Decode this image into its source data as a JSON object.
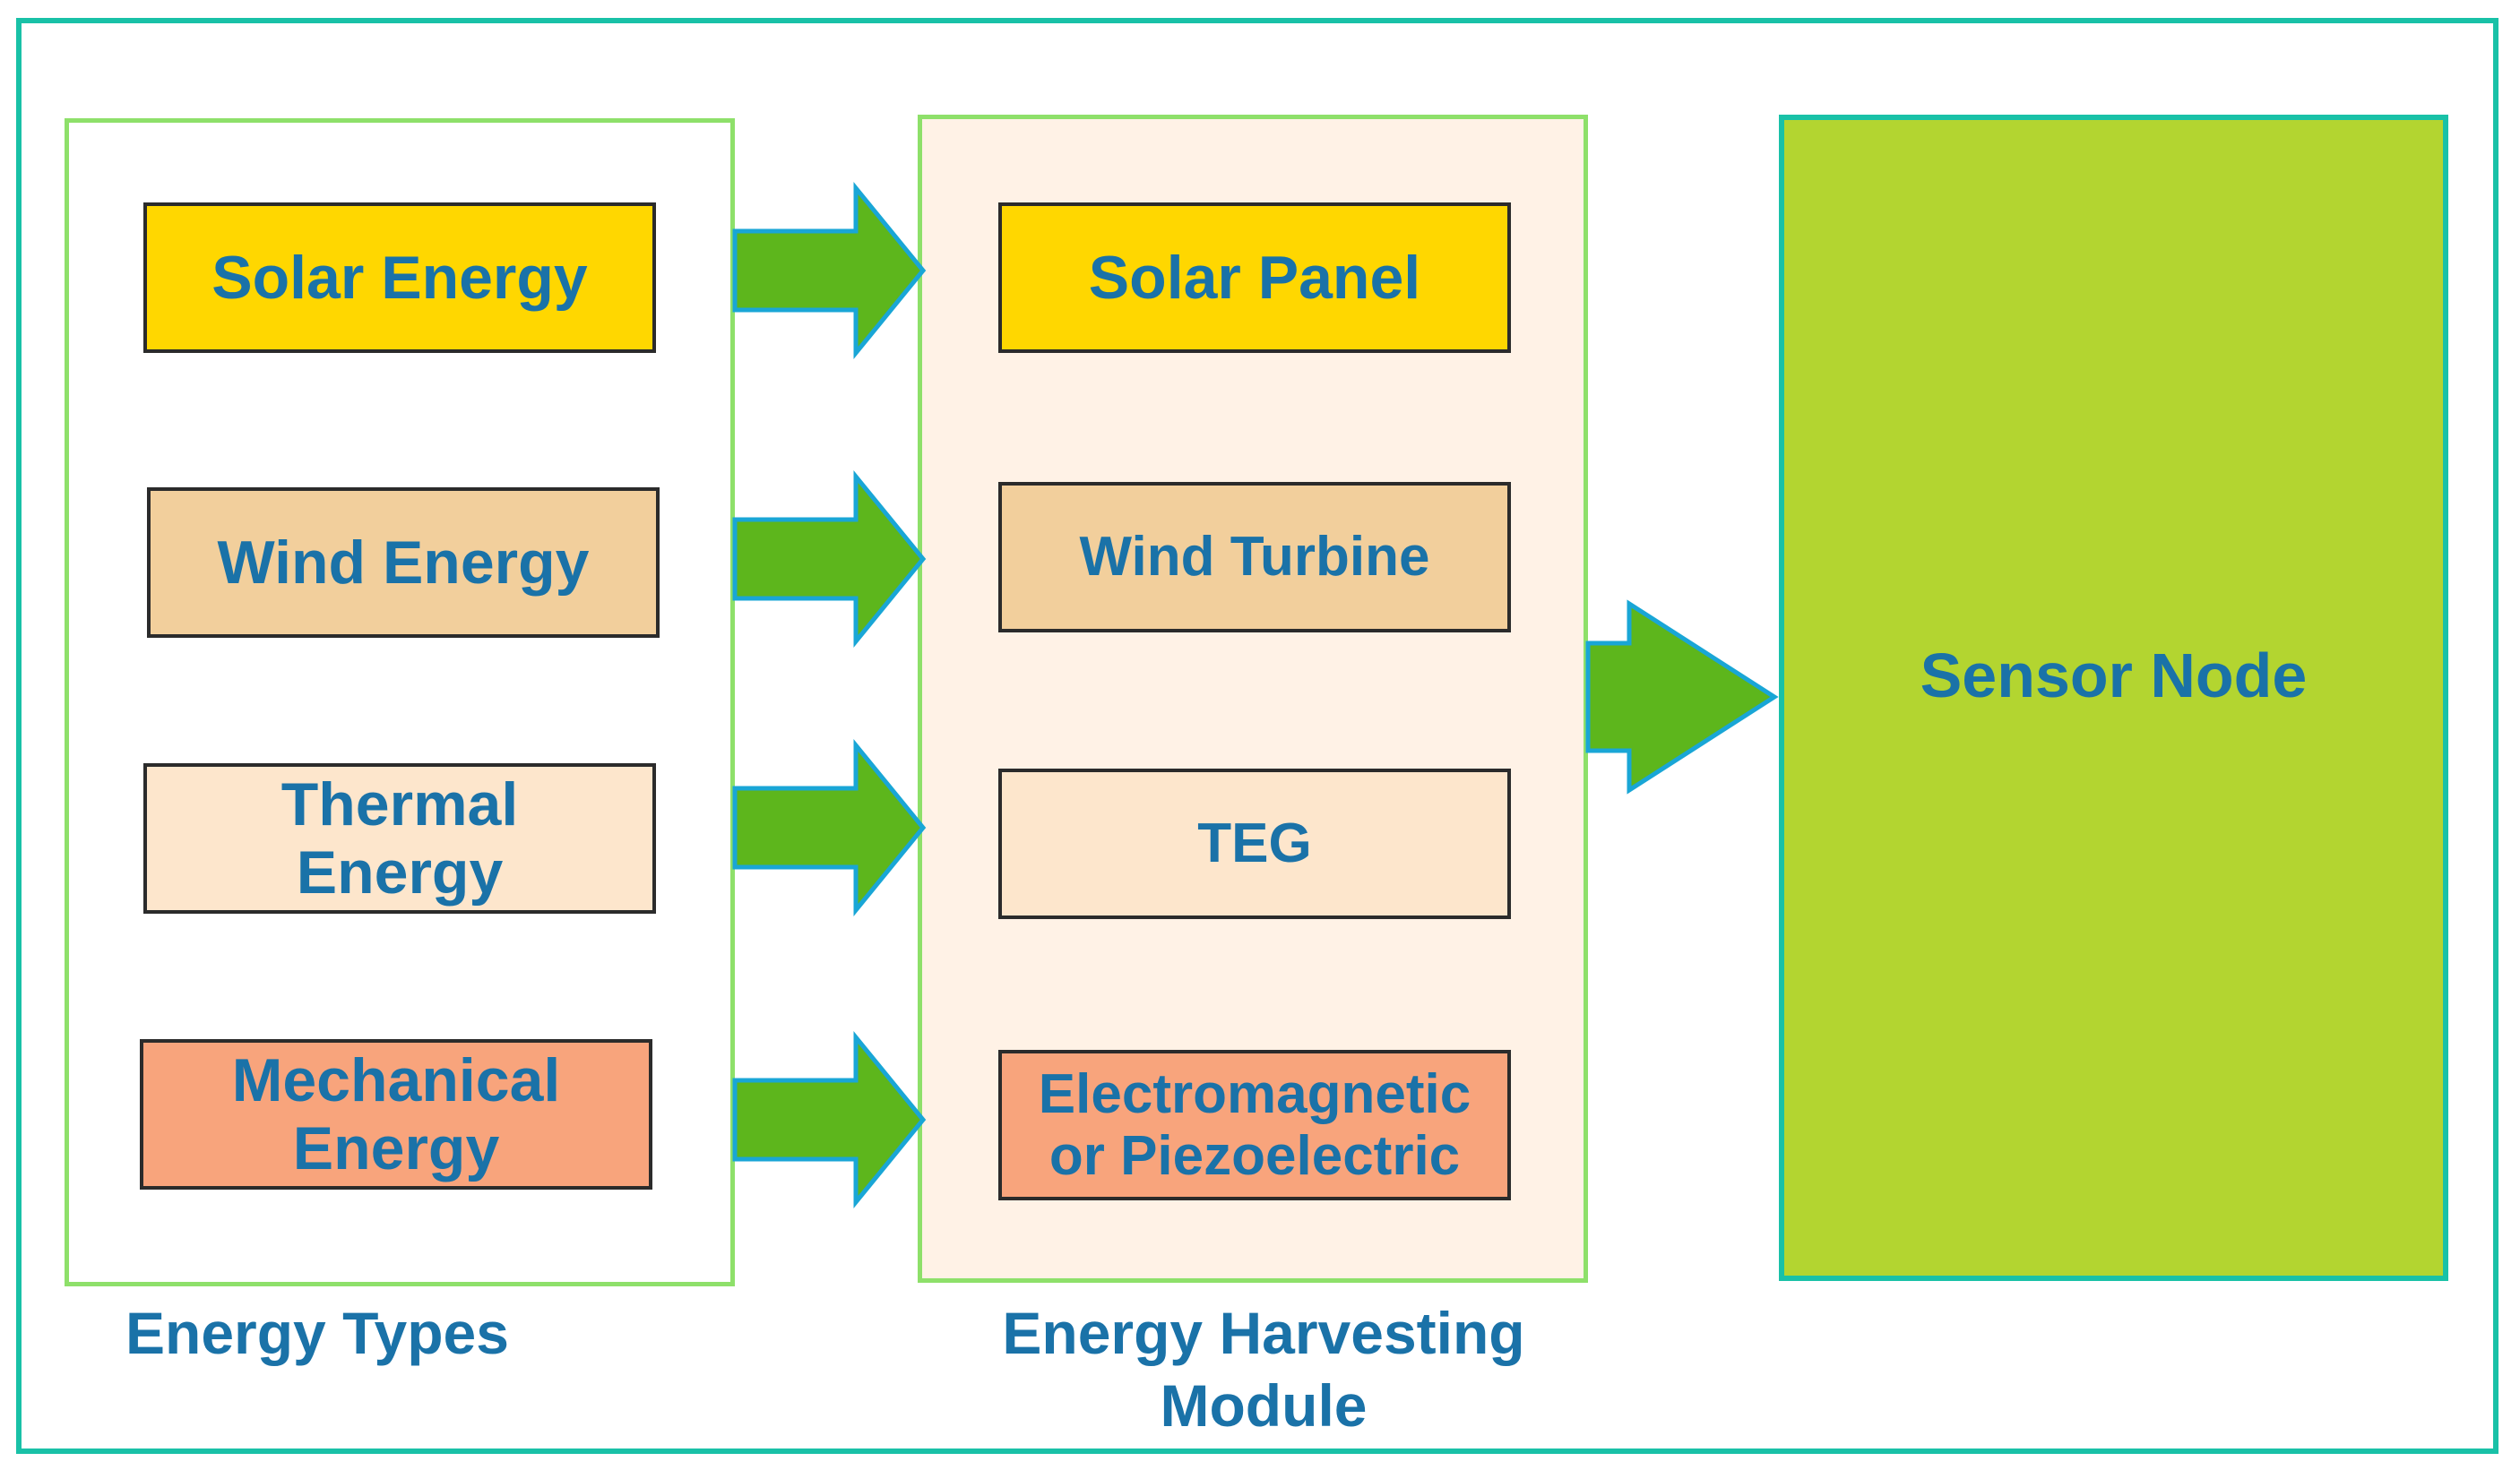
{
  "energy_types": {
    "caption": "Energy Types",
    "items": [
      {
        "label": "Solar Energy",
        "color": "#ffd700"
      },
      {
        "label": "Wind Energy",
        "color": "#f2cf9c"
      },
      {
        "label": "Thermal Energy",
        "color": "#fde6cc"
      },
      {
        "label": "Mechanical Energy",
        "color": "#f8a47c"
      }
    ]
  },
  "harvesting_module": {
    "caption": "Energy Harvesting Module",
    "background": "#fff2e6",
    "items": [
      {
        "label": "Solar Panel",
        "color": "#ffd700"
      },
      {
        "label": "Wind Turbine",
        "color": "#f2cf9c"
      },
      {
        "label": "TEG",
        "color": "#fde6cc"
      },
      {
        "label": "Electromagnetic or Piezoelectric",
        "color": "#f8a47c"
      }
    ]
  },
  "sensor_node": {
    "label": "Sensor Node",
    "color": "#b3d530"
  },
  "colors": {
    "arrow_fill": "#5db61c",
    "arrow_stroke": "#19a6d6",
    "text": "#1a72a8"
  }
}
